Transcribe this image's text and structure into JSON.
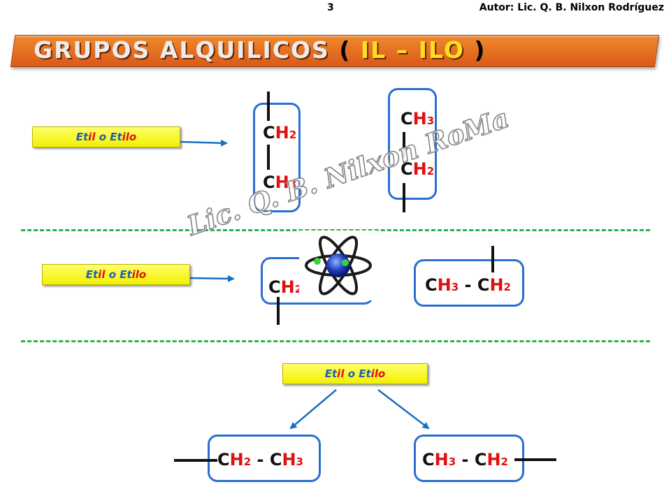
{
  "header": {
    "page_number": "3",
    "author": "Autor: Lic. Q. B.  Nilxon Rodríguez"
  },
  "title": {
    "main": "GRUPOS   ALQUILICOS",
    "open_paren": "(",
    "suffix": " IL – ILO ",
    "close_paren": ")"
  },
  "label": {
    "part1": "Et",
    "part2": "il",
    "connector": "  o  ",
    "part3": "Et",
    "part4": "ilo"
  },
  "formula": {
    "c": "C",
    "h": "H",
    "two": "2",
    "three": "3",
    "dash": " - "
  },
  "watermark": "Lic. Q. B.  Nilxon RoMa",
  "colors": {
    "banner": "#e06b20",
    "label_bg": "#f5f200",
    "box_border": "#2a6fd0",
    "separator": "#2bb24a",
    "hydrogen": "#e01010"
  },
  "icons": [
    "arrow-right-icon",
    "atom-icon",
    "arrow-down-left-icon",
    "arrow-down-right-icon"
  ]
}
